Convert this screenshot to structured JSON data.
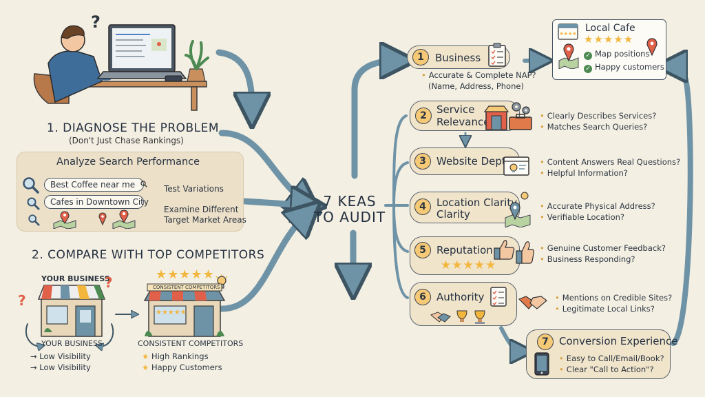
{
  "diagnose": {
    "title": "1. DIAGNOSE THE PROBLEM",
    "subtitle": "(Don't Just Chase Rankings)"
  },
  "analyze": {
    "title": "Analyze Search Performance",
    "query1": "Best Coffee near me",
    "query2": "Cafes in Downtown City",
    "note1": "Test Variations",
    "note2_line1": "Examine Different",
    "note2_line2": "Target Market Areas"
  },
  "compare": {
    "title": "2. COMPARE WITH TOP COMPETITORS",
    "your_business_sign": "YOUR BUSINESS",
    "your_business_label": "YOUR BUSINESS",
    "your_points": [
      "Low Visibility",
      "Low Visibility"
    ],
    "competitor_sign": "CONSISTENT COMPETITORS",
    "competitor_label": "CONSISTENT COMPETITORS",
    "competitor_points": [
      "High Rankings",
      "Happy Customers"
    ]
  },
  "centre": {
    "line1": "7 KEAS",
    "line2": "TO AUDIT"
  },
  "items": [
    {
      "num": "1",
      "title": "Business",
      "bullets": [
        "Accurate & Complete NAP?",
        "(Name, Address, Phone)"
      ]
    },
    {
      "num": "2",
      "title_line1": "Service",
      "title_line2": "Relevance",
      "bullets": [
        "Clearly Describes Services?",
        "Matches Search Queries?"
      ]
    },
    {
      "num": "3",
      "title": "Website Depth",
      "bullets": [
        "Content Answers Real Questions?",
        "Helpful Information?"
      ]
    },
    {
      "num": "4",
      "title_line1": "Location Clarity",
      "title_line2": "Clarity",
      "bullets": [
        "Accurate Physical Address?",
        "Verifiable Location?"
      ]
    },
    {
      "num": "5",
      "title": "Reputation",
      "bullets": [
        "Genuine Customer Feedback?",
        "Business Responding?"
      ]
    },
    {
      "num": "6",
      "title": "Authority",
      "bullets": [
        "Mentions on Credible Sites?",
        "Legitimate Local Links?"
      ]
    },
    {
      "num": "7",
      "title": "Conversion Experience",
      "bullets": [
        "Easy to Call/Email/Book?",
        "Clear \"Call to Action\"?"
      ]
    }
  ],
  "local_card": {
    "title": "Local Cafe",
    "points": [
      "Map positions",
      "Happy customers"
    ]
  },
  "glyphs": {
    "question": "?",
    "stars": "★★★★★",
    "check": "✓",
    "arrow": "→",
    "bullet": "•"
  },
  "colors": {
    "background": "#f3efe3",
    "arrow": "#6f93a6",
    "arrow_stroke": "#3d5563",
    "panel": "#ece0c9",
    "number_badge": "#f6c976",
    "star": "#f2b63c",
    "map_pin": "#e0604a"
  }
}
